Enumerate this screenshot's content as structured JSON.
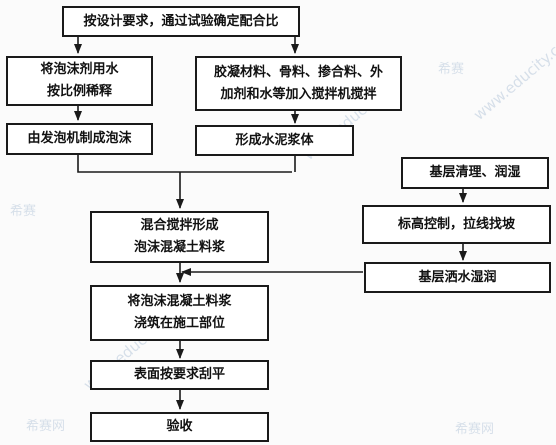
{
  "steps": {
    "design_ratio": "按设计要求，通过试验确定配合比",
    "dilute_foaming_agent": "将泡沫剂用水\n按比例稀释",
    "mix_materials": "胶凝材料、骨料、掺合料、外\n加剂和水等加入搅拌机搅拌",
    "foam_generation": "由发泡机制成泡沫",
    "cement_slurry": "形成水泥浆体",
    "base_cleaning": "基层清理、润湿",
    "mix_foam_concrete": "混合搅拌形成\n泡沫混凝土料浆",
    "elevation_control": "标高控制，拉线找坡",
    "base_sprinkle": "基层洒水湿润",
    "pour_slurry": "将泡沫混凝土料浆\n浇筑在施工部位",
    "surface_leveling": "表面按要求刮平",
    "acceptance": "验收"
  },
  "watermarks": {
    "brand": "希赛",
    "url": "www.educity.cn",
    "brand_net": "希赛网"
  },
  "colors": {
    "border": "#1a1a1a",
    "arrow": "#1a1a1a",
    "watermark": "#b9c9dc"
  }
}
